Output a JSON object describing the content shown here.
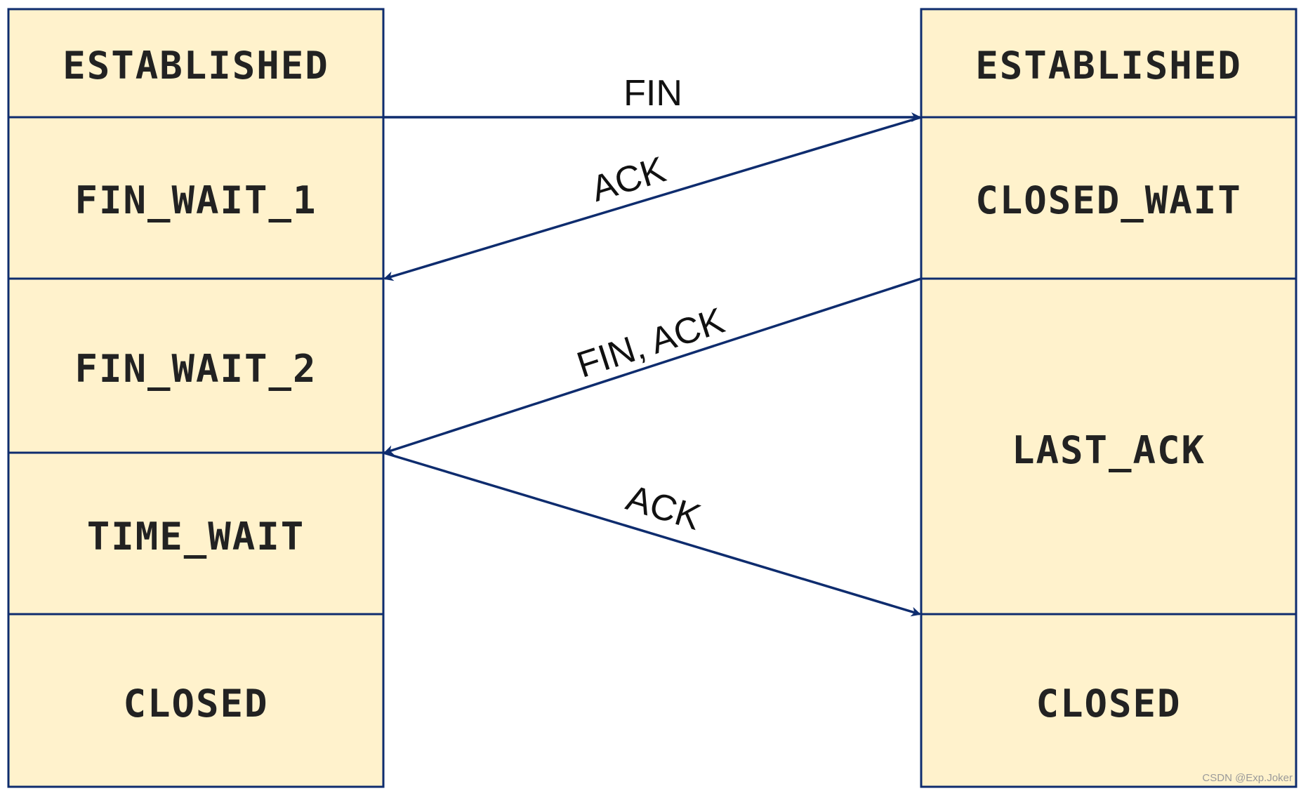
{
  "colors": {
    "box_fill": "#FFF2CC",
    "border": "#0E2C6E",
    "arrow": "#0E2C6E"
  },
  "left_states": [
    "ESTABLISHED",
    "FIN_WAIT_1",
    "FIN_WAIT_2",
    "TIME_WAIT",
    "CLOSED"
  ],
  "right_states": [
    "ESTABLISHED",
    "CLOSED_WAIT",
    "LAST_ACK",
    "CLOSED"
  ],
  "messages": [
    "FIN",
    "ACK",
    "FIN, ACK",
    "ACK"
  ],
  "watermark": "CSDN @Exp.Joker"
}
